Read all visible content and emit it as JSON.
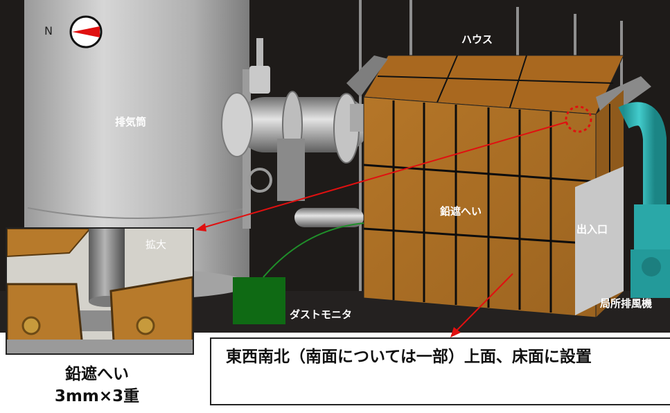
{
  "labels": {
    "north": "N",
    "house": "ハウス",
    "stack": "排気筒",
    "lead_shield": "鉛遮へい",
    "entrance": "出入口",
    "local_exhaust": "局所排風機",
    "dust_monitor": "ダストモニタ",
    "zoom": "拡大"
  },
  "caption": {
    "line1": "鉛遮へい",
    "line2": "3mm×3重"
  },
  "note": {
    "text": "東西南北（南面については一部）上面、床面に設置"
  },
  "colors": {
    "background": "#1e1b19",
    "lead_panel": "#b7782a",
    "stack_gray": "#b9b9b9",
    "duct_teal": "#2eb8b8",
    "dust_monitor": "#0f6a14",
    "arrow_red": "#e01010"
  }
}
